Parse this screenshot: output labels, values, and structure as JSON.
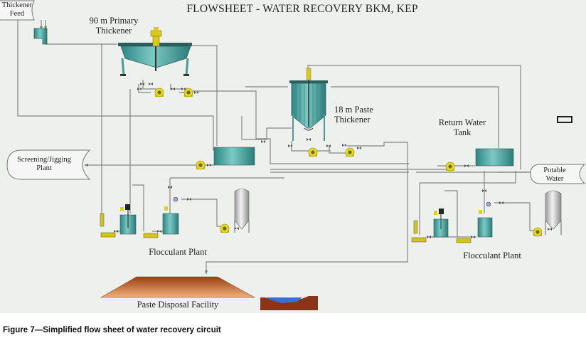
{
  "title": "FLOWSHEET - WATER RECOVERY BKM, KEP",
  "caption": "Figure 7—Simplified flow sheet of water recovery circuit",
  "labels": {
    "thickener_feed": [
      "Thickener",
      "Feed"
    ],
    "primary_thickener": [
      "90 m Primary",
      "Thickener"
    ],
    "paste_thickener": [
      "18 m Paste",
      "Thickener"
    ],
    "return_water_tank": [
      "Return Water",
      "Tank"
    ],
    "screening_plant": [
      "Screening/Jigging",
      "Plant"
    ],
    "potable_water": [
      "Potable",
      "Water"
    ],
    "flocculant_plant_left": "Flocculant Plant",
    "flocculant_plant_right": "Flocculant Plant",
    "paste_disposal": "Paste Disposal Facility"
  },
  "colors": {
    "tank_teal": "#3fa3a0",
    "pump_yellow": "#e0d21a",
    "pipe_gray": "#7a7a7a",
    "paste_brown": "#b8602c",
    "pond_brown": "#8a3418",
    "water_blue": "#3a6fd8"
  }
}
